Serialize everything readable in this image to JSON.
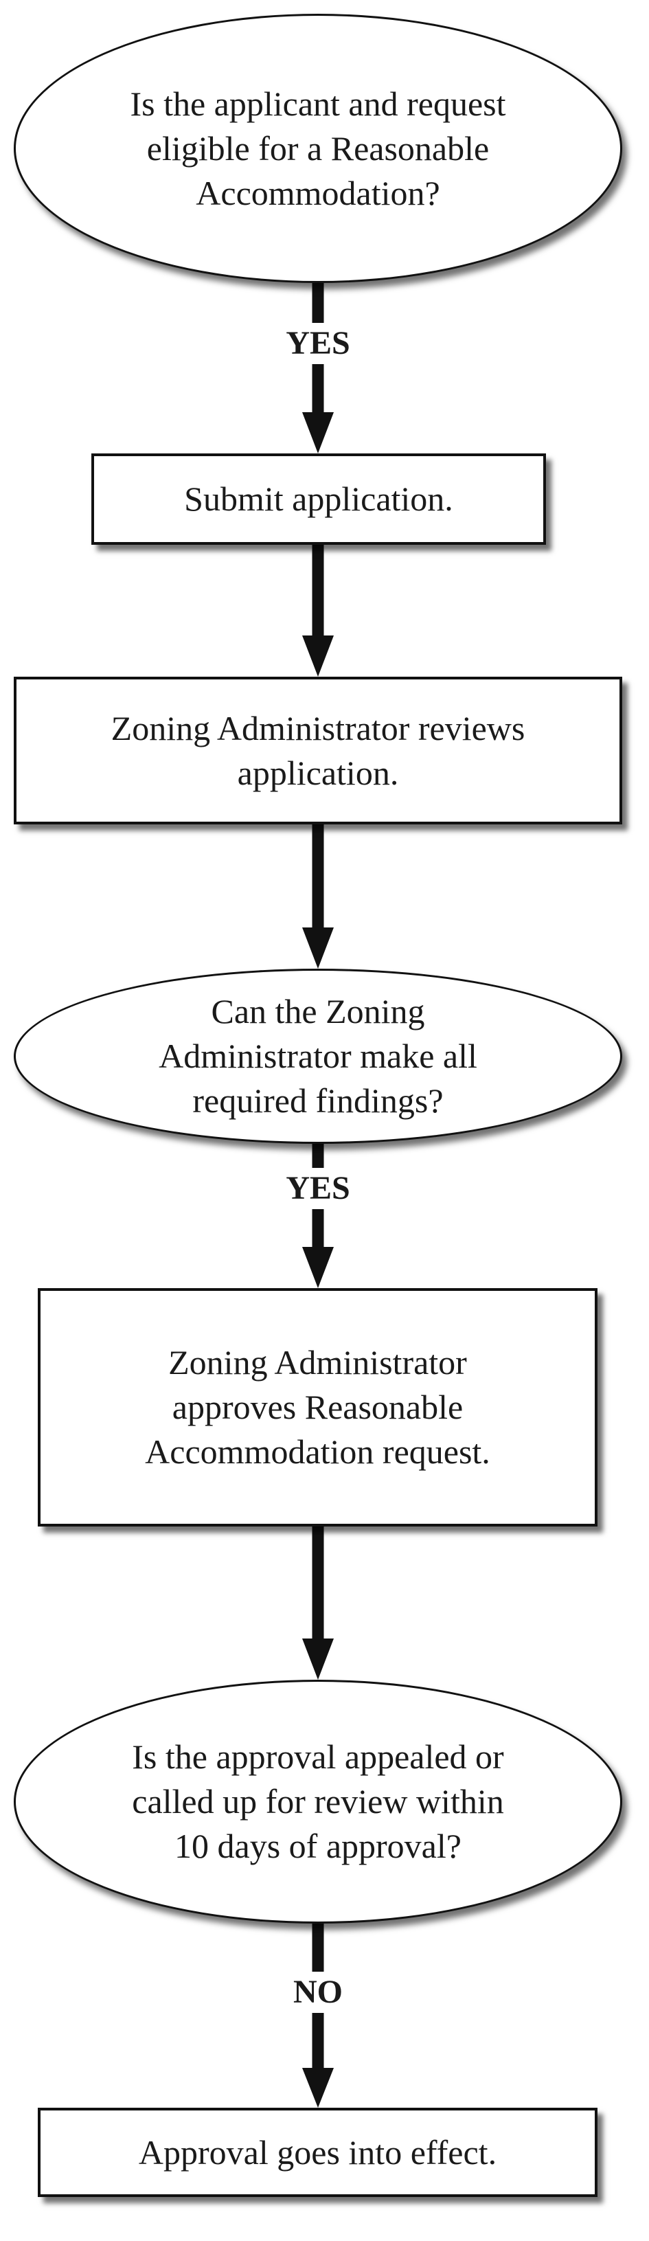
{
  "nodes": {
    "n1": {
      "lines": [
        "Is the applicant and request",
        "eligible for a Reasonable",
        "Accommodation?"
      ]
    },
    "n2": {
      "lines": [
        "Submit application."
      ]
    },
    "n3": {
      "lines": [
        "Zoning Administrator reviews",
        "application."
      ]
    },
    "n4": {
      "lines": [
        "Can the Zoning",
        "Administrator make all",
        "required findings?"
      ]
    },
    "n5": {
      "lines": [
        "Zoning Administrator",
        "approves Reasonable",
        "Accommodation request."
      ]
    },
    "n6": {
      "lines": [
        "Is the approval appealed or",
        "called up for review within",
        "10 days of approval?"
      ]
    },
    "n7": {
      "lines": [
        "Approval goes into effect."
      ]
    }
  },
  "edges": {
    "e1": {
      "label": "YES"
    },
    "e4": {
      "label": "YES"
    },
    "e6": {
      "label": "NO"
    }
  }
}
